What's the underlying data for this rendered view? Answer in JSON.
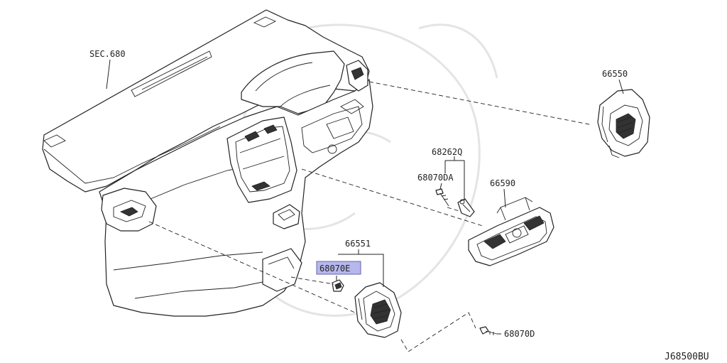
{
  "diagram": {
    "reference_code": "J68500BU",
    "highlight_color": "#b7b7ee",
    "labels": {
      "sec": "SEC.680",
      "p66550": "66550",
      "p68262q": "68262Q",
      "p68070da": "68070DA",
      "p66590": "66590",
      "p66551": "66551",
      "p68070e": "68070E",
      "p68070d": "68070D"
    }
  }
}
